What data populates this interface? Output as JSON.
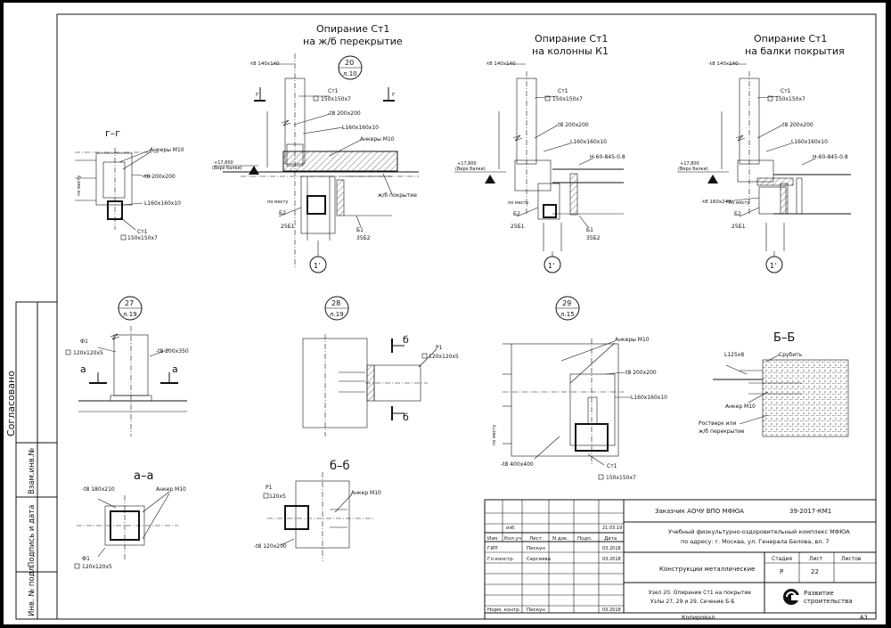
{
  "side_stamp": {
    "agreed": "Согласовано",
    "inv_replace": "Взам.инв.№",
    "sign_date": "Подпись и дата",
    "inv_orig": "Инв. № подл."
  },
  "headers": {
    "v20_line1": "Опирание Ст1",
    "v20_line2": "на ж/б перекрытие",
    "vk1_line1": "Опирание Ст1",
    "vk1_line2": "на колонны К1",
    "vb_line1": "Опирание Ст1",
    "vb_line2": "на балки покрытия",
    "sec_gg": "г–г",
    "sec_aa": "а–а",
    "sec_bb": "б–б",
    "sec_BB": "Б–Б",
    "sec_a": "а",
    "sec_b": "б",
    "sec_g": "г"
  },
  "bubbles": {
    "b20_num": "20",
    "b20_sheet": "л.10",
    "b27_num": "27",
    "b27_sheet": "л.19",
    "b28_num": "28",
    "b28_sheet": "л.19",
    "b29_num": "29",
    "b29_sheet": "л.15",
    "axis": "1'"
  },
  "callouts": {
    "pl_140": "-t8 140х140",
    "pl_200": "-t8 200х200",
    "pl_200_b": "-t8 200х200",
    "pl_160_240": "-t8 160х240",
    "pl_200_350": "-t8 200х350",
    "pl_180_210": "-t8 180х210",
    "pl_120_200": "-t8 120х200",
    "pl_400_400": "-t8 400х400",
    "st1": "Ст1",
    "st1_sec": "150х150х7",
    "angle": "L160х160х10",
    "anchors": "Анкеры М10",
    "anchor": "Анкер М10",
    "beam_h": "Н-60-845-0.8",
    "b2": "Б2",
    "b2_prof": "25Б1",
    "b1": "Б1",
    "b1_prof": "35Б2",
    "roof": "ж/б покрытие",
    "level": "+17,800",
    "level_note": "(Верх балки)",
    "f1": "Ф1",
    "f1_sec": "120х120х5",
    "p1": "Р1",
    "p1_sec": "120х5",
    "angle_125": "L125х8",
    "grout": "Срубить",
    "grillage": "Ростверк или",
    "grillage2": "ж/б перекрытие",
    "in_place": "по месту"
  },
  "title_block": {
    "customer": "Заказчик АОЧУ ВПО МФЮА",
    "doc_code": "39-2017-КМ1",
    "project_line1": "Учебный физкультурно-оздоровительный комплекс МФЮА",
    "project_line2": "по адресу: г. Москва, ул. Генерала Белова, вл. 7",
    "section": "Конструкции металлические",
    "stage_h": "Стадия",
    "sheet_h": "Лист",
    "sheets_h": "Листов",
    "stage": "Р",
    "sheet": "22",
    "sheets": "",
    "content_line1": "Узел 20. Опирание Ст1 на покрытие",
    "content_line2": "Узлы 27, 29 и 29. Сечение Б-Б",
    "hdr_change": "Изм.",
    "hdr_count": "Кол.уч",
    "hdr_list": "Лист",
    "hdr_doc": "N док.",
    "hdr_sign": "Подп.",
    "hdr_date": "Дата",
    "role_gip": "ГИП",
    "role_konstr": "Гл.констр.",
    "role_norm": "Норм. контр.",
    "name_gip": "Пискун",
    "name_konstr": "Сергеева",
    "name_norm": "Пискун",
    "date_1": "21.03.19",
    "date_2": "03.2018",
    "date_3": "03.2018",
    "date_4": "03.2018",
    "izm_mark": "изб.",
    "company_line1": "Развитие",
    "company_line2": "строительства",
    "copied": "Копировал",
    "format": "А3"
  }
}
